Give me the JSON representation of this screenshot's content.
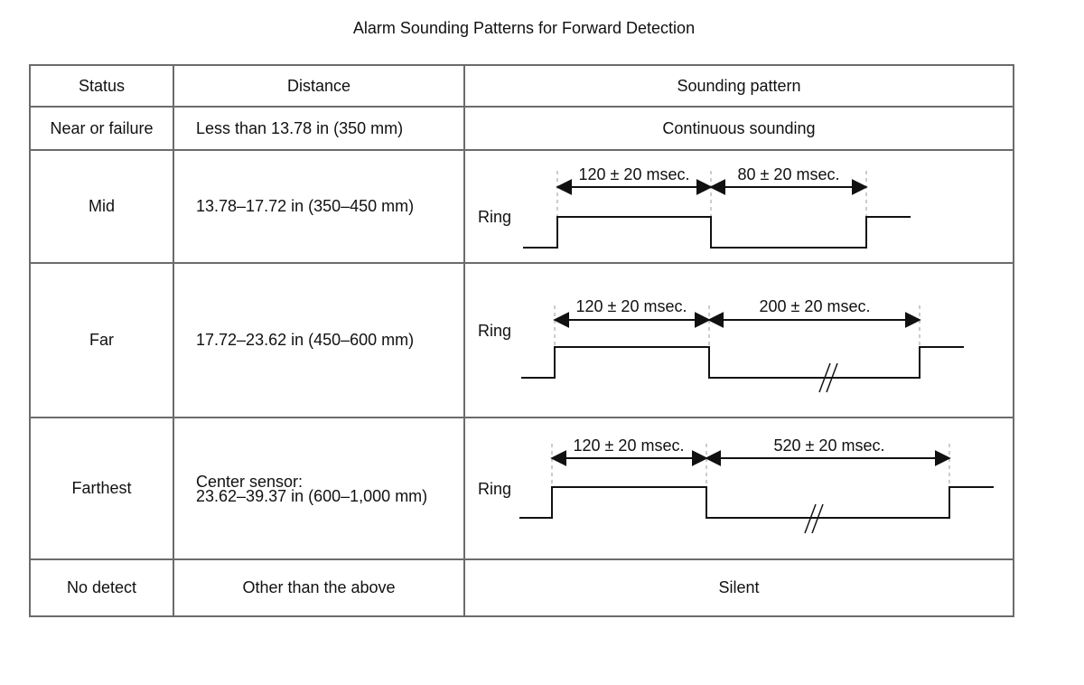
{
  "title": "Alarm Sounding Patterns for Forward Detection",
  "headers": {
    "status": "Status",
    "distance": "Distance",
    "pattern": "Sounding pattern"
  },
  "rows": [
    {
      "status": "Near or failure",
      "distance": "Less than 13.78 in (350 mm)",
      "pattern": "Continuous sounding"
    },
    {
      "status": "Mid",
      "distance": "13.78–17.72 in (350–450 mm)",
      "pattern": {
        "ring_label": "Ring",
        "on_label": "120 ± 20 msec.",
        "off_label": "80 ± 20 msec."
      }
    },
    {
      "status": "Far",
      "distance": "17.72–23.62 in (450–600 mm)",
      "pattern": {
        "ring_label": "Ring",
        "on_label": "120 ± 20 msec.",
        "off_label": "200 ± 20 msec."
      }
    },
    {
      "status": "Farthest",
      "distance_line1": "Center sensor:",
      "distance_line2": "23.62–39.37 in (600–1,000 mm)",
      "pattern": {
        "ring_label": "Ring",
        "on_label": "120 ± 20 msec.",
        "off_label": "520 ± 20 msec."
      }
    },
    {
      "status": "No detect",
      "distance": "Other than the above",
      "pattern": "Silent"
    }
  ]
}
